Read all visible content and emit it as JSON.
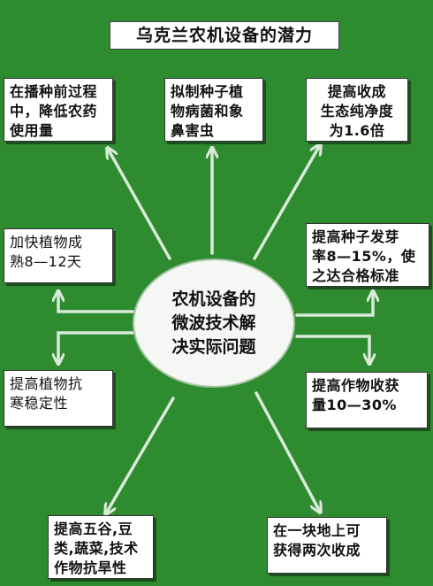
{
  "title": "乌克兰农机设备的潜力",
  "center": {
    "lines": [
      "农机设备的",
      "微波技术解",
      "决实际问题"
    ]
  },
  "boxes": {
    "pesticide": {
      "lines": [
        "在播种前过程",
        "中，降低",
        "使用量"
      ],
      "emphasis": "农药"
    },
    "pathogen": {
      "lines": [
        "拟制种子植",
        "物病菌和象",
        "鼻害虫"
      ]
    },
    "yield_eco": {
      "lines": [
        "提高收成",
        "生态纯净度",
        "为1.6倍"
      ]
    },
    "ripening": {
      "lines": [
        "加快植物成",
        "熟8—12天"
      ]
    },
    "germination": {
      "lines": [
        "提高种子发芽",
        "率8—15%，使",
        "之达合格标准"
      ]
    },
    "cold": {
      "lines": [
        "提高植物抗",
        "寒稳定性"
      ]
    },
    "harvest": {
      "lines": [
        "提高作物收获",
        "量10—30%"
      ]
    },
    "drought": {
      "lines": [
        "提高五谷,豆",
        "类,蔬菜,技术",
        "作物抗旱性"
      ]
    },
    "double": {
      "lines": [
        "在一块地上可",
        "获得两次收成"
      ]
    }
  },
  "colors": {
    "background": "#2e8b30",
    "arrow": "#d9ead9",
    "box": "#ffffff"
  }
}
